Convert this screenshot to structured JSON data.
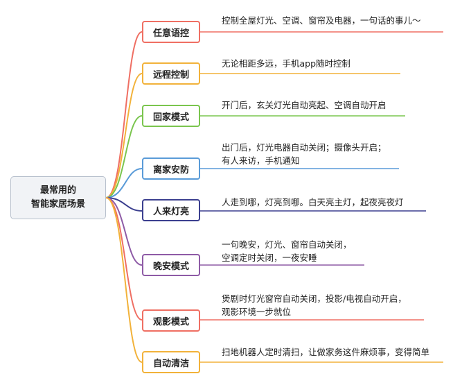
{
  "root": {
    "line1": "最常用的",
    "line2": "智能家居场景"
  },
  "branches": [
    {
      "label": "任意语控",
      "color": "#ef6f63",
      "desc": [
        "控制全屋灯光、空调、窗帘及电器，一句话的事儿～"
      ]
    },
    {
      "label": "远程控制",
      "color": "#f2b23a",
      "desc": [
        "无论相距多远，手机app随时控制"
      ]
    },
    {
      "label": "回家模式",
      "color": "#7ac54e",
      "desc": [
        "开门后，玄关灯光自动亮起、空调自动开启"
      ]
    },
    {
      "label": "离家安防",
      "color": "#5a9bd8",
      "desc": [
        "出门后，灯光电器自动关闭；摄像头开启；",
        "有人来访，手机通知"
      ]
    },
    {
      "label": "人来灯亮",
      "color": "#3b3f8f",
      "desc": [
        "人走到哪，灯亮到哪。白天亮主灯，起夜亮夜灯"
      ]
    },
    {
      "label": "晚安模式",
      "color": "#8e5ba6",
      "desc": [
        "一句晚安，灯光、窗帘自动关闭，",
        "空调定时关闭，一夜安睡"
      ]
    },
    {
      "label": "观影模式",
      "color": "#ef6f63",
      "desc": [
        "煲剧时灯光窗帘自动关闭，投影/电视自动开启，",
        "观影环境一步就位"
      ]
    },
    {
      "label": "自动清洁",
      "color": "#f2b23a",
      "desc": [
        "扫地机器人定时清扫，让做家务这件麻烦事，变得简单"
      ]
    }
  ]
}
